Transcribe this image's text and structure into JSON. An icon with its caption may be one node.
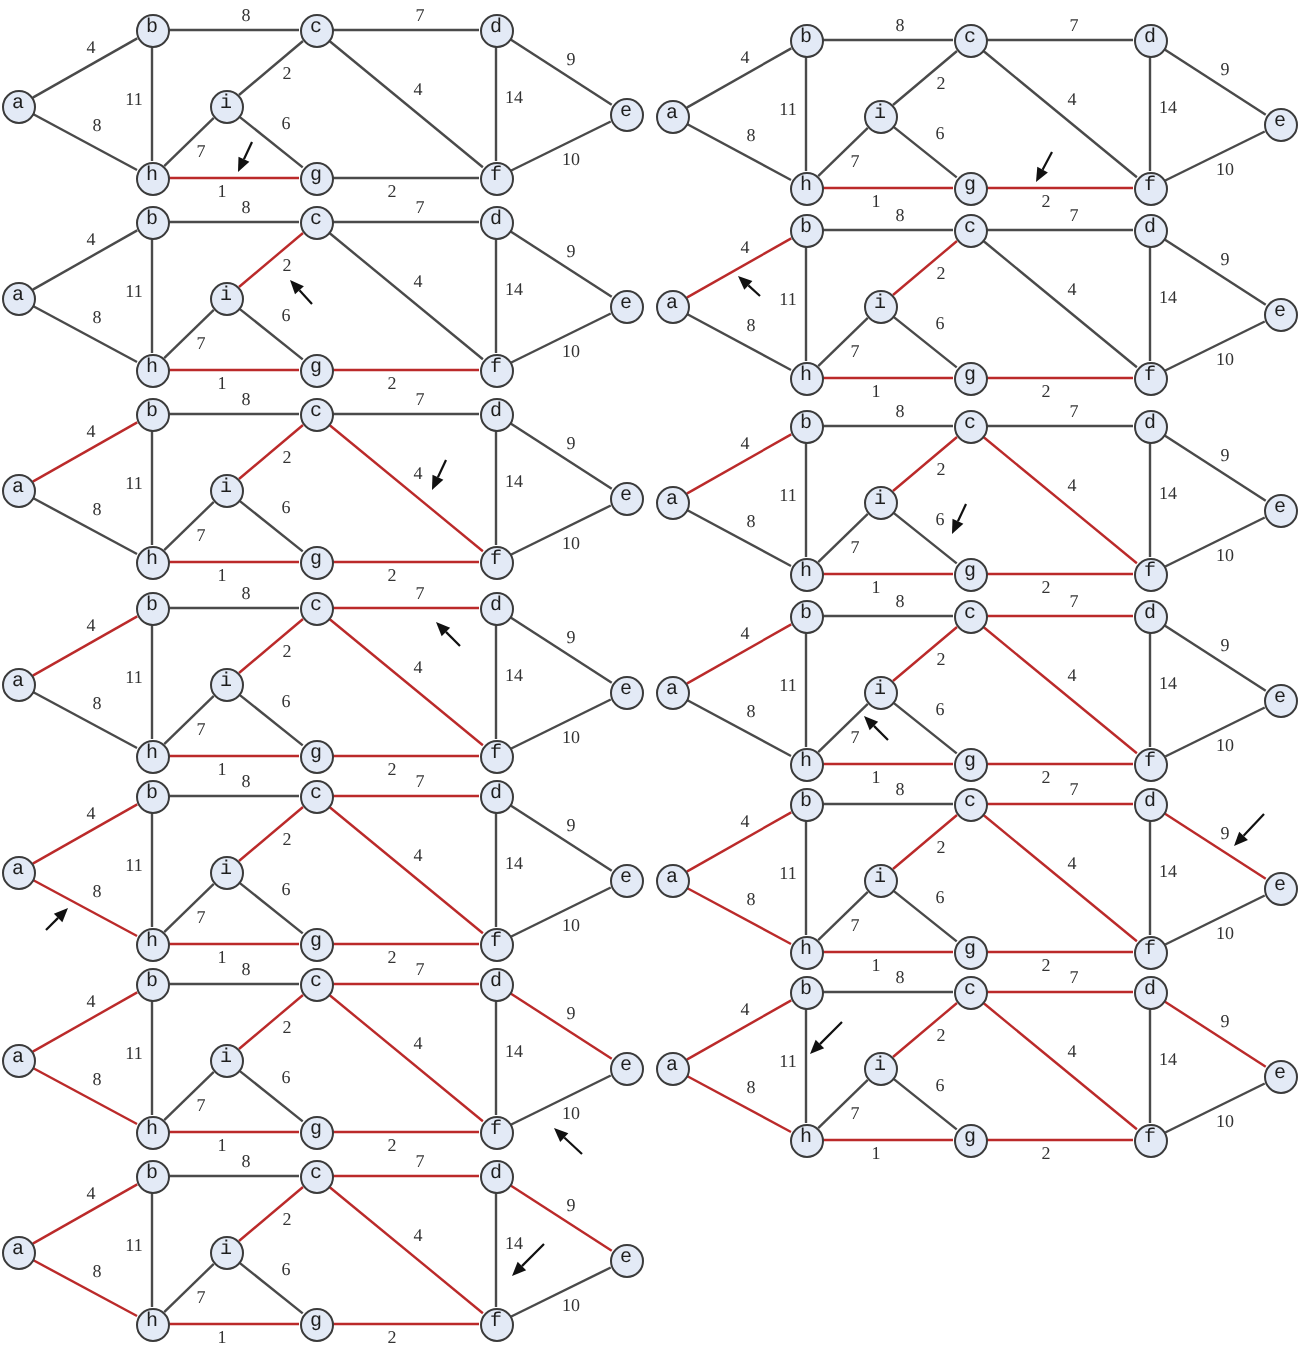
{
  "diagram": {
    "nodes": [
      {
        "text": [
          "b"
        ]
      },
      {
        "text": [
          "c"
        ]
      },
      {
        "text": [
          "d"
        ]
      },
      {
        "text": [
          "a"
        ]
      },
      {
        "text": [
          "i"
        ]
      },
      {
        "text": [
          "e"
        ]
      },
      {
        "text": [
          "h"
        ]
      },
      {
        "text": [
          "g"
        ]
      },
      {
        "text": [
          "f"
        ]
      },
      {
        "text": [
          "b"
        ]
      },
      {
        "text": [
          "c"
        ]
      },
      {
        "text": [
          "d"
        ]
      },
      {
        "text": [
          "a"
        ]
      },
      {
        "text": [
          "i"
        ]
      },
      {
        "text": [
          "e"
        ]
      },
      {
        "text": [
          "h"
        ]
      },
      {
        "text": [
          "g"
        ]
      },
      {
        "text": [
          "f"
        ]
      },
      {
        "text": [
          "b"
        ]
      },
      {
        "text": [
          "c"
        ]
      },
      {
        "text": [
          "d"
        ]
      },
      {
        "text": [
          "a"
        ]
      },
      {
        "text": [
          "i"
        ]
      },
      {
        "text": [
          "e"
        ]
      },
      {
        "text": [
          "h"
        ]
      },
      {
        "text": [
          "g"
        ]
      },
      {
        "text": [
          "f"
        ]
      },
      {
        "text": [
          "b"
        ]
      },
      {
        "text": [
          "c"
        ]
      },
      {
        "text": [
          "d"
        ]
      },
      {
        "text": [
          "a"
        ]
      },
      {
        "text": [
          "i"
        ]
      },
      {
        "text": [
          "e"
        ]
      },
      {
        "text": [
          "h"
        ]
      },
      {
        "text": [
          "g"
        ]
      },
      {
        "text": [
          "f"
        ]
      },
      {
        "text": [
          "b"
        ]
      },
      {
        "text": [
          "c"
        ]
      },
      {
        "text": [
          "d"
        ]
      },
      {
        "text": [
          "a"
        ]
      },
      {
        "text": [
          "i"
        ]
      },
      {
        "text": [
          "e"
        ]
      },
      {
        "text": [
          "h"
        ]
      },
      {
        "text": [
          "g"
        ]
      },
      {
        "text": [
          "f"
        ]
      },
      {
        "text": [
          "b"
        ]
      },
      {
        "text": [
          "c"
        ]
      },
      {
        "text": [
          "d"
        ]
      },
      {
        "text": [
          "a"
        ]
      },
      {
        "text": [
          "i"
        ]
      },
      {
        "text": [
          "e"
        ]
      },
      {
        "text": [
          "h"
        ]
      },
      {
        "text": [
          "g"
        ]
      },
      {
        "text": [
          "f"
        ]
      },
      {
        "text": [
          "b"
        ]
      },
      {
        "text": [
          "c"
        ]
      },
      {
        "text": [
          "d"
        ]
      },
      {
        "text": [
          "a"
        ]
      },
      {
        "text": [
          "i"
        ]
      },
      {
        "text": [
          "e"
        ]
      },
      {
        "text": [
          "h"
        ]
      },
      {
        "text": [
          "g"
        ]
      },
      {
        "text": [
          "f"
        ]
      },
      {
        "text": [
          "b"
        ]
      },
      {
        "text": [
          "c"
        ]
      },
      {
        "text": [
          "d"
        ]
      },
      {
        "text": [
          "a"
        ]
      },
      {
        "text": [
          "i"
        ]
      },
      {
        "text": [
          "e"
        ]
      },
      {
        "text": [
          "h"
        ]
      },
      {
        "text": [
          "g"
        ]
      },
      {
        "text": [
          "f"
        ]
      },
      {
        "text": [
          "b"
        ]
      },
      {
        "text": [
          "c"
        ]
      },
      {
        "text": [
          "d"
        ]
      },
      {
        "text": [
          "a"
        ]
      },
      {
        "text": [
          "i"
        ]
      },
      {
        "text": [
          "e"
        ]
      },
      {
        "text": [
          "h"
        ]
      },
      {
        "text": [
          "g"
        ]
      },
      {
        "text": [
          "f"
        ]
      },
      {
        "text": [
          "b"
        ]
      },
      {
        "text": [
          "c"
        ]
      },
      {
        "text": [
          "d"
        ]
      },
      {
        "text": [
          "a"
        ]
      },
      {
        "text": [
          "i"
        ]
      },
      {
        "text": [
          "e"
        ]
      },
      {
        "text": [
          "h"
        ]
      },
      {
        "text": [
          "g"
        ]
      },
      {
        "text": [
          "f"
        ]
      },
      {
        "text": [
          "b"
        ]
      },
      {
        "text": [
          "c"
        ]
      },
      {
        "text": [
          "d"
        ]
      },
      {
        "text": [
          "a"
        ]
      },
      {
        "text": [
          "i"
        ]
      },
      {
        "text": [
          "e"
        ]
      },
      {
        "text": [
          "h"
        ]
      },
      {
        "text": [
          "g"
        ]
      },
      {
        "text": [
          "f"
        ]
      },
      {
        "text": [
          "b"
        ]
      },
      {
        "text": [
          "c"
        ]
      },
      {
        "text": [
          "d"
        ]
      },
      {
        "text": [
          "a"
        ]
      },
      {
        "text": [
          "i"
        ]
      },
      {
        "text": [
          "e"
        ]
      },
      {
        "text": [
          "h"
        ]
      },
      {
        "text": [
          "g"
        ]
      },
      {
        "text": [
          "f"
        ]
      },
      {
        "text": [
          "b"
        ]
      },
      {
        "text": [
          "c"
        ]
      },
      {
        "text": [
          "d"
        ]
      },
      {
        "text": [
          "a"
        ]
      },
      {
        "text": [
          "i"
        ]
      },
      {
        "text": [
          "e"
        ]
      },
      {
        "text": [
          "h"
        ]
      },
      {
        "text": [
          "g"
        ]
      },
      {
        "text": [
          "f"
        ]
      }
    ],
    "edges": [
      {
        "from": 0,
        "to": 1,
        "arrow": "none",
        "label": "8"
      },
      {
        "from": 1,
        "to": 2,
        "arrow": "none",
        "label": "7"
      },
      {
        "from": 3,
        "to": 0,
        "arrow": "none",
        "label": "4"
      },
      {
        "from": 1,
        "to": 4,
        "arrow": "none",
        "label": "2"
      },
      {
        "from": 2,
        "to": 5,
        "arrow": "none",
        "label": "9"
      },
      {
        "from": 0,
        "to": 6,
        "arrow": "none",
        "label": "11"
      },
      {
        "from": 2,
        "to": 8,
        "arrow": "none",
        "label": "14"
      },
      {
        "from": 3,
        "to": 6,
        "arrow": "none",
        "label": "8"
      },
      {
        "from": 4,
        "to": 6,
        "arrow": "none",
        "label": "7"
      },
      {
        "from": 4,
        "to": 7,
        "arrow": "none",
        "label": "6"
      },
      {
        "from": 1,
        "to": 8,
        "arrow": "none",
        "label": "4"
      },
      {
        "from": 5,
        "to": 8,
        "arrow": "none",
        "label": "10"
      },
      {
        "from": 6,
        "to": 7,
        "arrow": "none",
        "label": "1",
        "color": "#bb2a2a"
      },
      {
        "from": 7,
        "to": 8,
        "arrow": "none",
        "label": "2"
      },
      {
        "from": 9,
        "to": 10,
        "arrow": "none",
        "label": "8"
      },
      {
        "from": 10,
        "to": 11,
        "arrow": "none",
        "label": "7"
      },
      {
        "from": 12,
        "to": 9,
        "arrow": "none",
        "label": "4"
      },
      {
        "from": 10,
        "to": 13,
        "arrow": "none",
        "label": "2"
      },
      {
        "from": 11,
        "to": 14,
        "arrow": "none",
        "label": "9"
      },
      {
        "from": 9,
        "to": 15,
        "arrow": "none",
        "label": "11"
      },
      {
        "from": 11,
        "to": 17,
        "arrow": "none",
        "label": "14"
      },
      {
        "from": 12,
        "to": 15,
        "arrow": "none",
        "label": "8"
      },
      {
        "from": 13,
        "to": 15,
        "arrow": "none",
        "label": "7"
      },
      {
        "from": 13,
        "to": 16,
        "arrow": "none",
        "label": "6"
      },
      {
        "from": 10,
        "to": 17,
        "arrow": "none",
        "label": "4"
      },
      {
        "from": 14,
        "to": 17,
        "arrow": "none",
        "label": "10"
      },
      {
        "from": 15,
        "to": 16,
        "arrow": "none",
        "label": "1",
        "color": "#bb2a2a"
      },
      {
        "from": 16,
        "to": 17,
        "arrow": "none",
        "label": "2",
        "color": "#bb2a2a"
      },
      {
        "from": 18,
        "to": 19,
        "arrow": "none",
        "label": "8"
      },
      {
        "from": 19,
        "to": 20,
        "arrow": "none",
        "label": "7"
      },
      {
        "from": 21,
        "to": 18,
        "arrow": "none",
        "label": "4"
      },
      {
        "from": 19,
        "to": 22,
        "arrow": "none",
        "label": "2",
        "color": "#bb2a2a"
      },
      {
        "from": 20,
        "to": 23,
        "arrow": "none",
        "label": "9"
      },
      {
        "from": 18,
        "to": 24,
        "arrow": "none",
        "label": "11"
      },
      {
        "from": 20,
        "to": 26,
        "arrow": "none",
        "label": "14"
      },
      {
        "from": 21,
        "to": 24,
        "arrow": "none",
        "label": "8"
      },
      {
        "from": 22,
        "to": 24,
        "arrow": "none",
        "label": "7"
      },
      {
        "from": 22,
        "to": 25,
        "arrow": "none",
        "label": "6"
      },
      {
        "from": 19,
        "to": 26,
        "arrow": "none",
        "label": "4"
      },
      {
        "from": 23,
        "to": 26,
        "arrow": "none",
        "label": "10"
      },
      {
        "from": 24,
        "to": 25,
        "arrow": "none",
        "label": "1",
        "color": "#bb2a2a"
      },
      {
        "from": 25,
        "to": 26,
        "arrow": "none",
        "label": "2",
        "color": "#bb2a2a"
      },
      {
        "from": 27,
        "to": 28,
        "arrow": "none",
        "label": "8"
      },
      {
        "from": 28,
        "to": 29,
        "arrow": "none",
        "label": "7"
      },
      {
        "from": 30,
        "to": 27,
        "arrow": "none",
        "label": "4",
        "color": "#bb2a2a"
      },
      {
        "from": 28,
        "to": 31,
        "arrow": "none",
        "label": "2",
        "color": "#bb2a2a"
      },
      {
        "from": 29,
        "to": 32,
        "arrow": "none",
        "label": "9"
      },
      {
        "from": 27,
        "to": 33,
        "arrow": "none",
        "label": "11"
      },
      {
        "from": 29,
        "to": 35,
        "arrow": "none",
        "label": "14"
      },
      {
        "from": 30,
        "to": 33,
        "arrow": "none",
        "label": "8"
      },
      {
        "from": 31,
        "to": 33,
        "arrow": "none",
        "label": "7"
      },
      {
        "from": 31,
        "to": 34,
        "arrow": "none",
        "label": "6"
      },
      {
        "from": 28,
        "to": 35,
        "arrow": "none",
        "label": "4"
      },
      {
        "from": 32,
        "to": 35,
        "arrow": "none",
        "label": "10"
      },
      {
        "from": 33,
        "to": 34,
        "arrow": "none",
        "label": "1",
        "color": "#bb2a2a"
      },
      {
        "from": 34,
        "to": 35,
        "arrow": "none",
        "label": "2",
        "color": "#bb2a2a"
      },
      {
        "from": 36,
        "to": 37,
        "arrow": "none",
        "label": "8"
      },
      {
        "from": 37,
        "to": 38,
        "arrow": "none",
        "label": "7"
      },
      {
        "from": 39,
        "to": 36,
        "arrow": "none",
        "label": "4",
        "color": "#bb2a2a"
      },
      {
        "from": 37,
        "to": 40,
        "arrow": "none",
        "label": "2",
        "color": "#bb2a2a"
      },
      {
        "from": 38,
        "to": 41,
        "arrow": "none",
        "label": "9"
      },
      {
        "from": 36,
        "to": 42,
        "arrow": "none",
        "label": "11"
      },
      {
        "from": 38,
        "to": 44,
        "arrow": "none",
        "label": "14"
      },
      {
        "from": 39,
        "to": 42,
        "arrow": "none",
        "label": "8"
      },
      {
        "from": 40,
        "to": 42,
        "arrow": "none",
        "label": "7"
      },
      {
        "from": 40,
        "to": 43,
        "arrow": "none",
        "label": "6"
      },
      {
        "from": 37,
        "to": 44,
        "arrow": "none",
        "label": "4",
        "color": "#bb2a2a"
      },
      {
        "from": 41,
        "to": 44,
        "arrow": "none",
        "label": "10"
      },
      {
        "from": 42,
        "to": 43,
        "arrow": "none",
        "label": "1",
        "color": "#bb2a2a"
      },
      {
        "from": 43,
        "to": 44,
        "arrow": "none",
        "label": "2",
        "color": "#bb2a2a"
      },
      {
        "from": 45,
        "to": 46,
        "arrow": "none",
        "label": "8"
      },
      {
        "from": 46,
        "to": 47,
        "arrow": "none",
        "label": "7"
      },
      {
        "from": 48,
        "to": 45,
        "arrow": "none",
        "label": "4",
        "color": "#bb2a2a"
      },
      {
        "from": 46,
        "to": 49,
        "arrow": "none",
        "label": "2",
        "color": "#bb2a2a"
      },
      {
        "from": 47,
        "to": 50,
        "arrow": "none",
        "label": "9"
      },
      {
        "from": 45,
        "to": 51,
        "arrow": "none",
        "label": "11"
      },
      {
        "from": 47,
        "to": 53,
        "arrow": "none",
        "label": "14"
      },
      {
        "from": 48,
        "to": 51,
        "arrow": "none",
        "label": "8"
      },
      {
        "from": 49,
        "to": 51,
        "arrow": "none",
        "label": "7"
      },
      {
        "from": 49,
        "to": 52,
        "arrow": "none",
        "label": "6"
      },
      {
        "from": 46,
        "to": 53,
        "arrow": "none",
        "label": "4",
        "color": "#bb2a2a"
      },
      {
        "from": 50,
        "to": 53,
        "arrow": "none",
        "label": "10"
      },
      {
        "from": 51,
        "to": 52,
        "arrow": "none",
        "label": "1",
        "color": "#bb2a2a"
      },
      {
        "from": 52,
        "to": 53,
        "arrow": "none",
        "label": "2",
        "color": "#bb2a2a"
      },
      {
        "from": 54,
        "to": 55,
        "arrow": "none",
        "label": "8"
      },
      {
        "from": 55,
        "to": 56,
        "arrow": "none",
        "label": "7",
        "color": "#bb2a2a"
      },
      {
        "from": 57,
        "to": 54,
        "arrow": "none",
        "label": "4",
        "color": "#bb2a2a"
      },
      {
        "from": 55,
        "to": 58,
        "arrow": "none",
        "label": "2",
        "color": "#bb2a2a"
      },
      {
        "from": 56,
        "to": 59,
        "arrow": "none",
        "label": "9"
      },
      {
        "from": 54,
        "to": 60,
        "arrow": "none",
        "label": "11"
      },
      {
        "from": 56,
        "to": 62,
        "arrow": "none",
        "label": "14"
      },
      {
        "from": 57,
        "to": 60,
        "arrow": "none",
        "label": "8"
      },
      {
        "from": 58,
        "to": 60,
        "arrow": "none",
        "label": "7"
      },
      {
        "from": 58,
        "to": 61,
        "arrow": "none",
        "label": "6"
      },
      {
        "from": 55,
        "to": 62,
        "arrow": "none",
        "label": "4",
        "color": "#bb2a2a"
      },
      {
        "from": 59,
        "to": 62,
        "arrow": "none",
        "label": "10"
      },
      {
        "from": 60,
        "to": 61,
        "arrow": "none",
        "label": "1",
        "color": "#bb2a2a"
      },
      {
        "from": 61,
        "to": 62,
        "arrow": "none",
        "label": "2",
        "color": "#bb2a2a"
      },
      {
        "from": 63,
        "to": 64,
        "arrow": "none",
        "label": "8"
      },
      {
        "from": 64,
        "to": 65,
        "arrow": "none",
        "label": "7",
        "color": "#bb2a2a"
      },
      {
        "from": 66,
        "to": 63,
        "arrow": "none",
        "label": "4",
        "color": "#bb2a2a"
      },
      {
        "from": 64,
        "to": 67,
        "arrow": "none",
        "label": "2",
        "color": "#bb2a2a"
      },
      {
        "from": 65,
        "to": 68,
        "arrow": "none",
        "label": "9"
      },
      {
        "from": 63,
        "to": 69,
        "arrow": "none",
        "label": "11"
      },
      {
        "from": 65,
        "to": 71,
        "arrow": "none",
        "label": "14"
      },
      {
        "from": 66,
        "to": 69,
        "arrow": "none",
        "label": "8"
      },
      {
        "from": 67,
        "to": 69,
        "arrow": "none",
        "label": "7"
      },
      {
        "from": 67,
        "to": 70,
        "arrow": "none",
        "label": "6"
      },
      {
        "from": 64,
        "to": 71,
        "arrow": "none",
        "label": "4",
        "color": "#bb2a2a"
      },
      {
        "from": 68,
        "to": 71,
        "arrow": "none",
        "label": "10"
      },
      {
        "from": 69,
        "to": 70,
        "arrow": "none",
        "label": "1",
        "color": "#bb2a2a"
      },
      {
        "from": 70,
        "to": 71,
        "arrow": "none",
        "label": "2",
        "color": "#bb2a2a"
      },
      {
        "from": 72,
        "to": 73,
        "arrow": "none",
        "label": "8"
      },
      {
        "from": 73,
        "to": 74,
        "arrow": "none",
        "label": "7",
        "color": "#bb2a2a"
      },
      {
        "from": 75,
        "to": 72,
        "arrow": "none",
        "label": "4",
        "color": "#bb2a2a"
      },
      {
        "from": 73,
        "to": 76,
        "arrow": "none",
        "label": "2",
        "color": "#bb2a2a"
      },
      {
        "from": 74,
        "to": 77,
        "arrow": "none",
        "label": "9"
      },
      {
        "from": 72,
        "to": 78,
        "arrow": "none",
        "label": "11"
      },
      {
        "from": 74,
        "to": 80,
        "arrow": "none",
        "label": "14"
      },
      {
        "from": 75,
        "to": 78,
        "arrow": "none",
        "label": "8",
        "color": "#bb2a2a"
      },
      {
        "from": 76,
        "to": 78,
        "arrow": "none",
        "label": "7"
      },
      {
        "from": 76,
        "to": 79,
        "arrow": "none",
        "label": "6"
      },
      {
        "from": 73,
        "to": 80,
        "arrow": "none",
        "label": "4",
        "color": "#bb2a2a"
      },
      {
        "from": 77,
        "to": 80,
        "arrow": "none",
        "label": "10"
      },
      {
        "from": 78,
        "to": 79,
        "arrow": "none",
        "label": "1",
        "color": "#bb2a2a"
      },
      {
        "from": 79,
        "to": 80,
        "arrow": "none",
        "label": "2",
        "color": "#bb2a2a"
      },
      {
        "from": 81,
        "to": 82,
        "arrow": "none",
        "label": "8"
      },
      {
        "from": 82,
        "to": 83,
        "arrow": "none",
        "label": "7",
        "color": "#bb2a2a"
      },
      {
        "from": 84,
        "to": 81,
        "arrow": "none",
        "label": "4",
        "color": "#bb2a2a"
      },
      {
        "from": 82,
        "to": 85,
        "arrow": "none",
        "label": "2",
        "color": "#bb2a2a"
      },
      {
        "from": 83,
        "to": 86,
        "arrow": "none",
        "label": "9",
        "color": "#bb2a2a"
      },
      {
        "from": 81,
        "to": 87,
        "arrow": "none",
        "label": "11"
      },
      {
        "from": 83,
        "to": 89,
        "arrow": "none",
        "label": "14"
      },
      {
        "from": 84,
        "to": 87,
        "arrow": "none",
        "label": "8",
        "color": "#bb2a2a"
      },
      {
        "from": 85,
        "to": 87,
        "arrow": "none",
        "label": "7"
      },
      {
        "from": 85,
        "to": 88,
        "arrow": "none",
        "label": "6"
      },
      {
        "from": 82,
        "to": 89,
        "arrow": "none",
        "label": "4",
        "color": "#bb2a2a"
      },
      {
        "from": 86,
        "to": 89,
        "arrow": "none",
        "label": "10"
      },
      {
        "from": 87,
        "to": 88,
        "arrow": "none",
        "label": "1",
        "color": "#bb2a2a"
      },
      {
        "from": 88,
        "to": 89,
        "arrow": "none",
        "label": "2",
        "color": "#bb2a2a"
      },
      {
        "from": 90,
        "to": 91,
        "arrow": "none",
        "label": "8"
      },
      {
        "from": 91,
        "to": 92,
        "arrow": "none",
        "label": "7",
        "color": "#bb2a2a"
      },
      {
        "from": 93,
        "to": 90,
        "arrow": "none",
        "label": "4",
        "color": "#bb2a2a"
      },
      {
        "from": 91,
        "to": 94,
        "arrow": "none",
        "label": "2",
        "color": "#bb2a2a"
      },
      {
        "from": 92,
        "to": 95,
        "arrow": "none",
        "label": "9",
        "color": "#bb2a2a"
      },
      {
        "from": 90,
        "to": 96,
        "arrow": "none",
        "label": "11"
      },
      {
        "from": 92,
        "to": 98,
        "arrow": "none",
        "label": "14"
      },
      {
        "from": 93,
        "to": 96,
        "arrow": "none",
        "label": "8",
        "color": "#bb2a2a"
      },
      {
        "from": 94,
        "to": 96,
        "arrow": "none",
        "label": "7"
      },
      {
        "from": 94,
        "to": 97,
        "arrow": "none",
        "label": "6"
      },
      {
        "from": 91,
        "to": 98,
        "arrow": "none",
        "label": "4",
        "color": "#bb2a2a"
      },
      {
        "from": 95,
        "to": 98,
        "arrow": "none",
        "label": "10"
      },
      {
        "from": 96,
        "to": 97,
        "arrow": "none",
        "label": "1",
        "color": "#bb2a2a"
      },
      {
        "from": 97,
        "to": 98,
        "arrow": "none",
        "label": "2",
        "color": "#bb2a2a"
      },
      {
        "from": 99,
        "to": 100,
        "arrow": "none",
        "label": "8"
      },
      {
        "from": 100,
        "to": 101,
        "arrow": "none",
        "label": "7",
        "color": "#bb2a2a"
      },
      {
        "from": 102,
        "to": 99,
        "arrow": "none",
        "label": "4",
        "color": "#bb2a2a"
      },
      {
        "from": 100,
        "to": 103,
        "arrow": "none",
        "label": "2",
        "color": "#bb2a2a"
      },
      {
        "from": 101,
        "to": 104,
        "arrow": "none",
        "label": "9",
        "color": "#bb2a2a"
      },
      {
        "from": 99,
        "to": 105,
        "arrow": "none",
        "label": "11"
      },
      {
        "from": 101,
        "to": 107,
        "arrow": "none",
        "label": "14"
      },
      {
        "from": 102,
        "to": 105,
        "arrow": "none",
        "label": "8",
        "color": "#bb2a2a"
      },
      {
        "from": 103,
        "to": 105,
        "arrow": "none",
        "label": "7"
      },
      {
        "from": 103,
        "to": 106,
        "arrow": "none",
        "label": "6"
      },
      {
        "from": 100,
        "to": 107,
        "arrow": "none",
        "label": "4",
        "color": "#bb2a2a"
      },
      {
        "from": 104,
        "to": 107,
        "arrow": "none",
        "label": "10"
      },
      {
        "from": 105,
        "to": 106,
        "arrow": "none",
        "label": "1",
        "color": "#bb2a2a"
      },
      {
        "from": 106,
        "to": 107,
        "arrow": "none",
        "label": "2",
        "color": "#bb2a2a"
      },
      {
        "from": 108,
        "to": 109,
        "arrow": "none",
        "label": "8"
      },
      {
        "from": 109,
        "to": 110,
        "arrow": "none",
        "label": "7",
        "color": "#bb2a2a"
      },
      {
        "from": 111,
        "to": 108,
        "arrow": "none",
        "label": "4",
        "color": "#bb2a2a"
      },
      {
        "from": 109,
        "to": 112,
        "arrow": "none",
        "label": "2",
        "color": "#bb2a2a"
      },
      {
        "from": 110,
        "to": 113,
        "arrow": "none",
        "label": "9",
        "color": "#bb2a2a"
      },
      {
        "from": 108,
        "to": 114,
        "arrow": "none",
        "label": "11"
      },
      {
        "from": 110,
        "to": 116,
        "arrow": "none",
        "label": "14"
      },
      {
        "from": 111,
        "to": 114,
        "arrow": "none",
        "label": "8",
        "color": "#bb2a2a"
      },
      {
        "from": 112,
        "to": 114,
        "arrow": "none",
        "label": "7"
      },
      {
        "from": 112,
        "to": 115,
        "arrow": "none",
        "label": "6"
      },
      {
        "from": 109,
        "to": 116,
        "arrow": "none",
        "label": "4",
        "color": "#bb2a2a"
      },
      {
        "from": 113,
        "to": 116,
        "arrow": "none",
        "label": "10"
      },
      {
        "from": 114,
        "to": 115,
        "arrow": "none",
        "label": "1",
        "color": "#bb2a2a"
      },
      {
        "from": 115,
        "to": 116,
        "arrow": "none",
        "label": "2",
        "color": "#bb2a2a"
      }
    ]
  }
}
